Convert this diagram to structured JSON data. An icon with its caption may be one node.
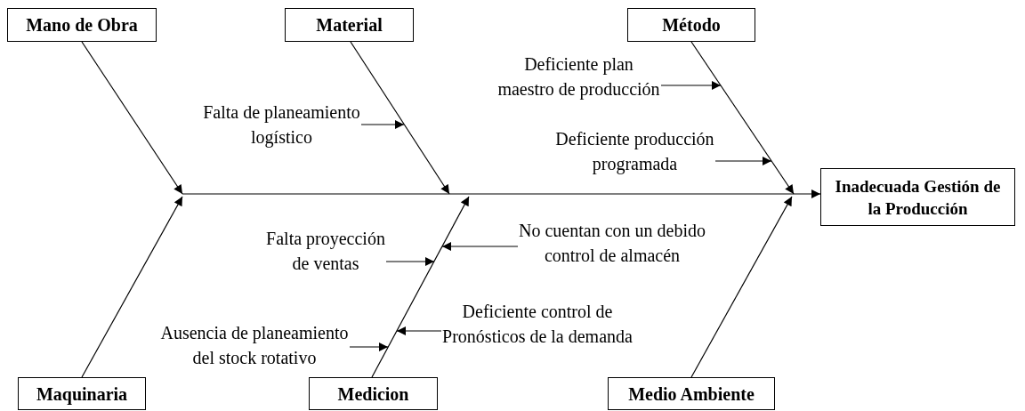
{
  "diagram": {
    "nodes": [
      {
        "text": [
          "Mano de Obra"
        ]
      },
      {
        "text": [
          "Material"
        ]
      },
      {
        "text": [
          "Método"
        ]
      },
      {
        "text": [
          "Maquinaria"
        ]
      },
      {
        "text": [
          "Medicion"
        ]
      },
      {
        "text": [
          "Medio Ambiente"
        ]
      },
      {
        "text": [
          "Inadecuada Gestión de la Producción"
        ]
      },
      {
        "text": [
          "Falta de planeamiento logístico"
        ]
      },
      {
        "text": [
          "Deficiente plan maestro de producción"
        ]
      },
      {
        "text": [
          "Deficiente producción programada"
        ]
      },
      {
        "text": [
          "Falta proyección de ventas"
        ]
      },
      {
        "text": [
          "No cuentan con un debido control de almacén"
        ]
      },
      {
        "text": [
          "Ausencia de planeamiento del stock rotativo"
        ]
      },
      {
        "text": [
          "Deficiente control de Pronósticos de la demanda"
        ]
      }
    ],
    "edges": [
      {
        "from": 0,
        "to": null,
        "arrow": "to"
      },
      {
        "from": 1,
        "to": null,
        "arrow": "to"
      },
      {
        "from": 2,
        "to": null,
        "arrow": "to"
      },
      {
        "from": 3,
        "to": null,
        "arrow": "to"
      },
      {
        "from": 4,
        "to": null,
        "arrow": "to"
      },
      {
        "from": 5,
        "to": null,
        "arrow": "to"
      },
      {
        "from": null,
        "to": 6,
        "arrow": "to"
      },
      {
        "from": 7,
        "to": null,
        "arrow": "to"
      },
      {
        "from": 8,
        "to": null,
        "arrow": "to"
      },
      {
        "from": 9,
        "to": null,
        "arrow": "to"
      },
      {
        "from": 10,
        "to": null,
        "arrow": "to"
      },
      {
        "from": 11,
        "to": null,
        "arrow": "to"
      },
      {
        "from": 12,
        "to": null,
        "arrow": "to"
      },
      {
        "from": 13,
        "to": null,
        "arrow": "to"
      }
    ]
  }
}
